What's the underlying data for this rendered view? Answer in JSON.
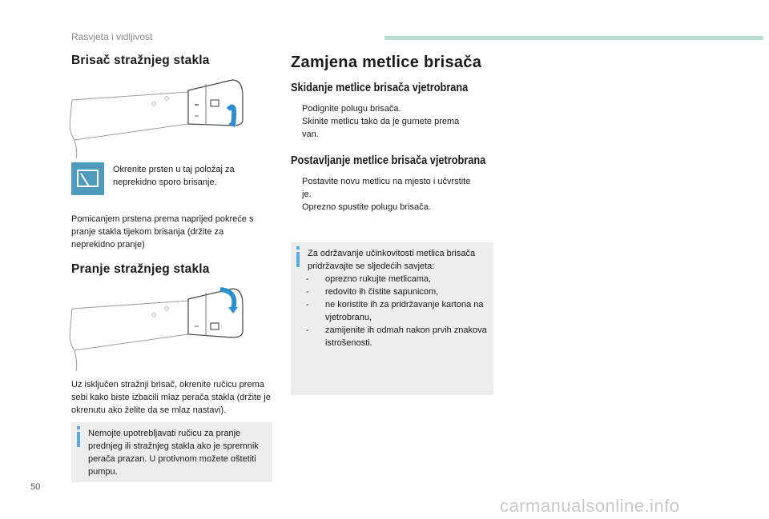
{
  "header": {
    "section_title": "Rasvjeta i vidljivost"
  },
  "left": {
    "rear_wiper": {
      "title": "Brisač stražnjeg stakla",
      "icon_text": "Okrenite prsten u taj položaj za neprekidno sporo brisanje.",
      "paragraph": "Pomicanjem prstena prema naprijed pokreće s pranje stakla tijekom brisanja (držite za neprekidno pranje)"
    },
    "rear_wash": {
      "title": "Pranje stražnjeg stakla",
      "paragraph": "Uz isključen stražnji brisač, okrenite ručicu prema sebi kako biste izbacili mlaz perača stakla (držite je okrenutu ako želite da se mlaz nastavi).",
      "note": "Nemojte upotrebljavati ručicu za pranje prednjeg ili stražnjeg stakla ako je spremnik perača prazan. U protivnom možete oštetiti pumpu."
    }
  },
  "right": {
    "title": "Zamjena metlice brisača",
    "removal": {
      "title": "Skidanje metlice brisača vjetrobrana",
      "steps": [
        "Podignite polugu brisača.",
        "Skinite metlicu tako da je gurnete prema van."
      ]
    },
    "install": {
      "title": "Postavljanje metlice brisača vjetrobrana",
      "steps": [
        "Postavite novu metlicu na mjesto i učvrstite je.",
        "Oprezno spustite polugu brisača."
      ]
    },
    "tip": {
      "intro": "Za održavanje učinkovitosti metlica brisača pridržavajte se sljedećih savjeta:",
      "items": [
        "oprezno rukujte metlicama,",
        "redovito ih čistite sapunicom,",
        "ne koristite ih za pridržavanje kartona na vjetrobranu,",
        "zamijenite ih odmah nakon prvih znakova istrošenosti."
      ]
    }
  },
  "footer": {
    "page_number": "50",
    "watermark": "carmanualsonline.info"
  },
  "glyphs": {
    "bullet": "",
    "dash": "-"
  },
  "colors": {
    "accent_teal": "#b8dfd2",
    "icon_blue": "#4f9bbd",
    "note_bg": "#ededed",
    "note_icon": "#5aa9d6"
  }
}
